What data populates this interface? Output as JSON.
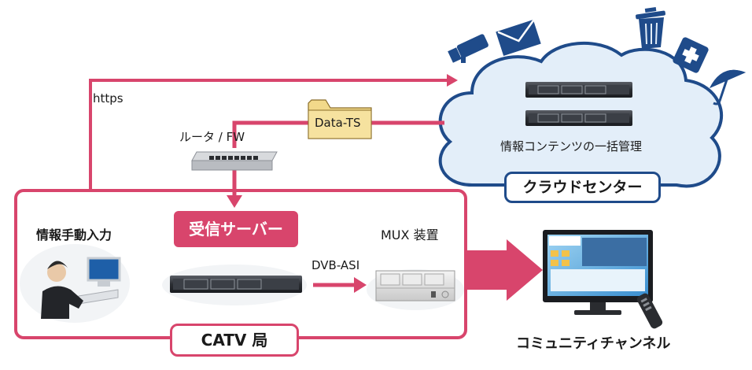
{
  "labels": {
    "https": "https",
    "router": "ルータ / FW",
    "data_ts": "Data-TS",
    "cloud_mgmt": "情報コンテンツの一括管理",
    "cloud_center": "クラウドセンター",
    "manual_input": "情報手動入力",
    "receiver_server": "受信サーバー",
    "mux": "MUX 装置",
    "dvb_asi": "DVB-ASI",
    "catv": "CATV 局",
    "community_channel": "コミュニティチャンネル"
  },
  "colors": {
    "accent_pink": "#d8456c",
    "cloud_blue": "#1f4b8a",
    "cloud_fill": "#e3eef9",
    "folder_yellow": "#f2d98a"
  },
  "icons": [
    "cctv-camera-icon",
    "envelope-icon",
    "trash-can-icon",
    "first-aid-icon",
    "umbrella-icon",
    "router-icon",
    "server-rack-icon",
    "mux-device-icon",
    "person-at-computer-icon",
    "tv-monitor-icon",
    "remote-control-icon",
    "folder-icon"
  ]
}
